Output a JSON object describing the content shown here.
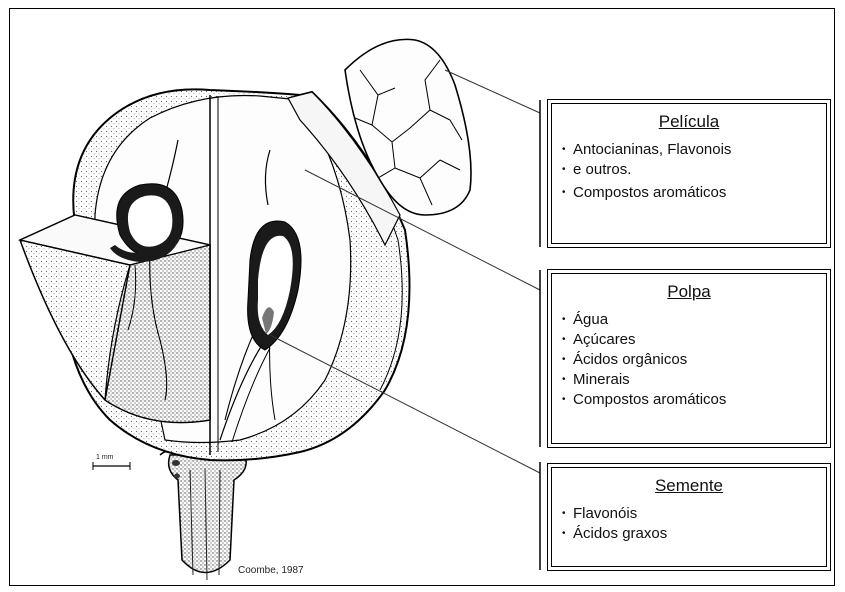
{
  "pelicula": {
    "title": "Película",
    "items": [
      "Antocianinas, Flavonois",
      "e outros.",
      "Compostos aromáticos"
    ]
  },
  "polpa": {
    "title": "Polpa",
    "items": [
      "Água",
      "Açúcares",
      "Ácidos orgânicos",
      "Minerais",
      "Compostos aromáticos"
    ]
  },
  "semente": {
    "title": "Semente",
    "items": [
      "Flavonóis",
      "Ácidos graxos"
    ]
  },
  "scale_bar": "1 mm",
  "credit": "Coombe, 1987"
}
